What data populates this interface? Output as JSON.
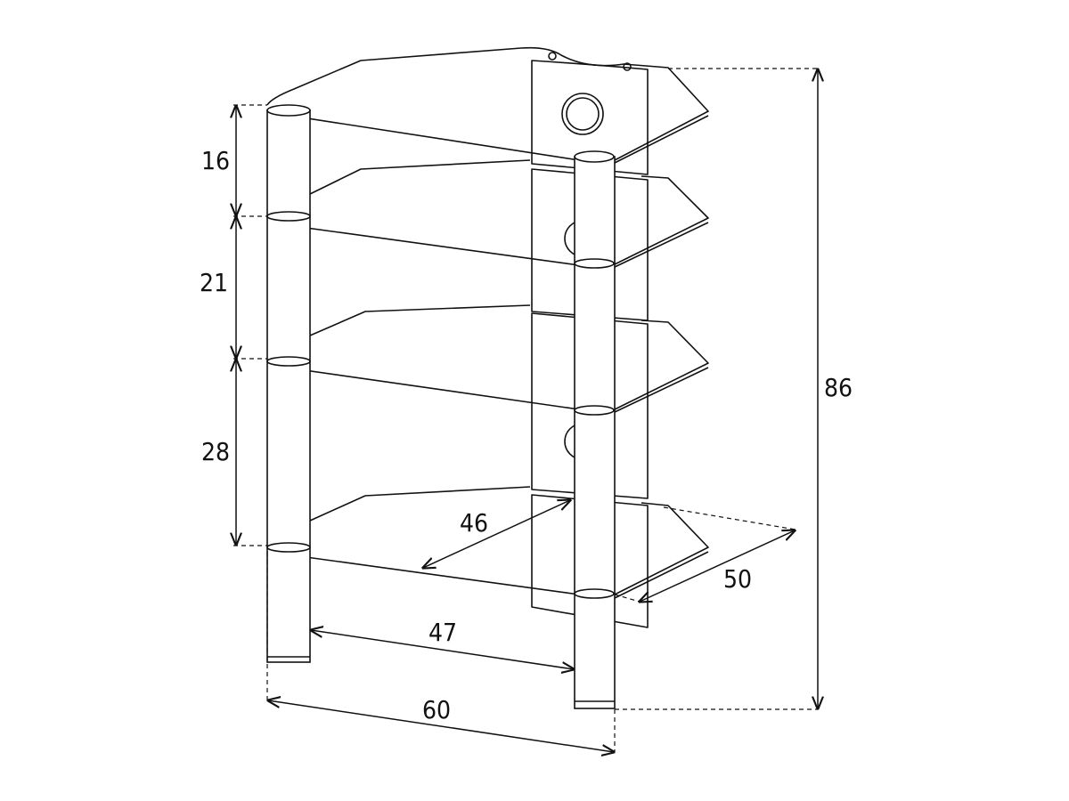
{
  "dimensions": {
    "gap_top": "16",
    "gap_middle": "21",
    "gap_bottom": "28",
    "total_height": "86",
    "total_width": "60",
    "inner_width": "47",
    "shelf_depth": "46",
    "total_depth": "50"
  },
  "colors": {
    "line": "#111111",
    "background": "#ffffff"
  }
}
